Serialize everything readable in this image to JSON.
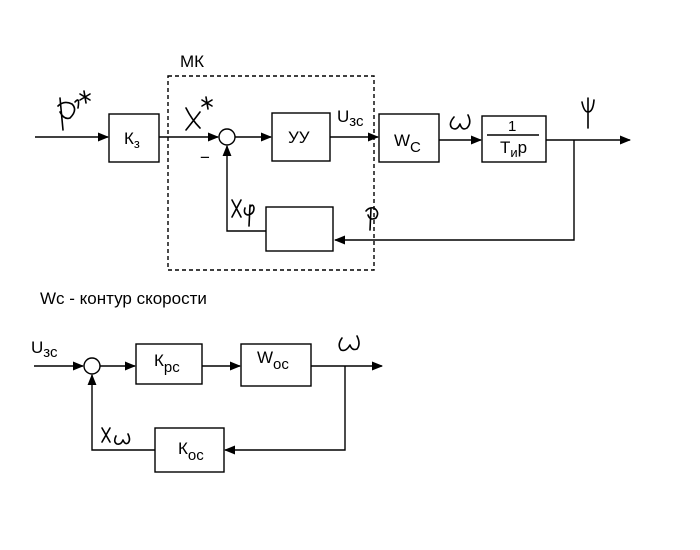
{
  "upper": {
    "region_label": "МК",
    "kz": {
      "main": "К",
      "sub": "з"
    },
    "uu": "УУ",
    "uzs": {
      "main": "U",
      "sub": "зс"
    },
    "wc": {
      "main": "W",
      "sub": "C"
    },
    "integrator": {
      "num": "1",
      "den_main": "T",
      "den_sub": "и",
      "den_tail": "р"
    }
  },
  "caption": "Wc - контур скорости",
  "lower": {
    "uzs": {
      "main": "U",
      "sub": "зс"
    },
    "krs": {
      "main": "К",
      "sub": "рс"
    },
    "wos": {
      "main": "W",
      "sub": "ос"
    },
    "kos": {
      "main": "К",
      "sub": "ос"
    }
  },
  "icons": [
    "phi-star-glyph",
    "x-star-glyph",
    "omega-glyph",
    "psi-glyph",
    "x-phi-glyph",
    "phi-glyph",
    "x-omega-glyph"
  ]
}
